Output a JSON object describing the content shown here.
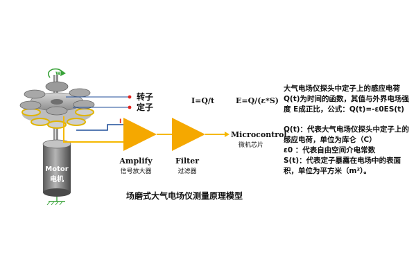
{
  "diagram": {
    "title": "场磨式大气电场仪测量原理模型",
    "motor_label_en": "Motor",
    "motor_label_zh": "电机",
    "rotation_label": "w",
    "rotor_label": "转子",
    "stator_label": "定子",
    "current_label": "I",
    "amplify_label_en": "Amplify",
    "amplify_label_zh": "信号放大器",
    "filter_label_en": "Filter",
    "filter_label_zh": "过滤器",
    "micro_label_en": "Microcontrol",
    "micro_label_zh": "微机芯片",
    "formula_1": "I=Q/t",
    "formula_2": "E=Q/(ε*S)",
    "colors": {
      "amplifier": "#f5a800",
      "wire": "#f5b800",
      "line_blue": "#1f4e9a",
      "dot_red": "#e0231e",
      "motor": "#7a7a7a"
    }
  },
  "description": {
    "para1": "大气电场仪探头中定子上的感应电荷 Q(t)为时间的函数，其值与外界电场强度 E成正比，公式：Q(t)=-ε0ES(t)",
    "para2": "Q(t)：代表大气电场仪探头中定子上的感应电荷，单位为库仑（C）",
    "para3": "ε0 ：代表自由空间介电常数",
    "para4": "S(t)：代表定子暴露在电场中的表面积，单位为平方米（m²）。"
  }
}
